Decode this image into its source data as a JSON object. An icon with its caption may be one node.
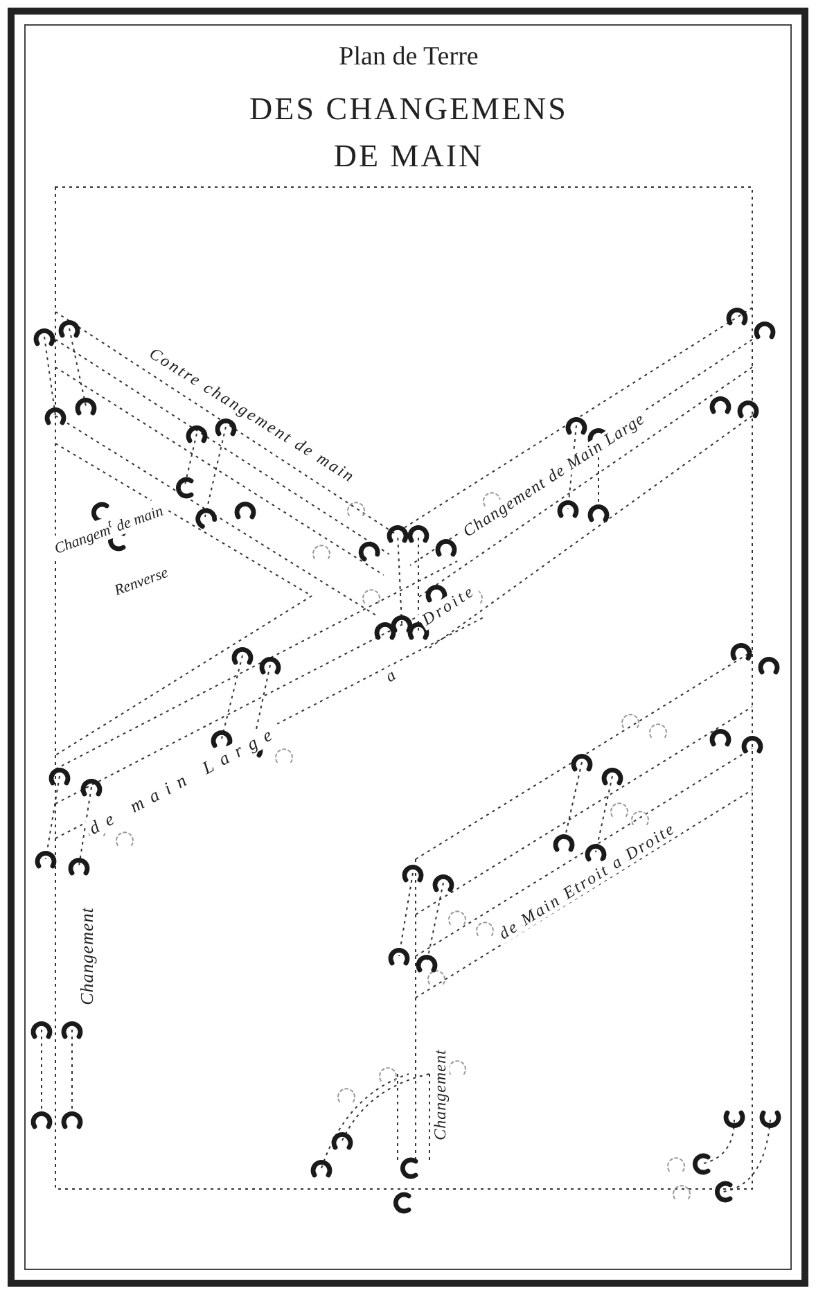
{
  "diagram": {
    "title": "DES CHANGEMENS DE MAIN",
    "labels": [
      "Plan de Terre",
      "Contre changement de main",
      "Changem$^{t}$ de main",
      "Renverse",
      "Changement de Main Large",
      "a",
      "Droite",
      "de main Large",
      "Changement",
      "de Main Etroit a Droite",
      "Changement"
    ]
  }
}
